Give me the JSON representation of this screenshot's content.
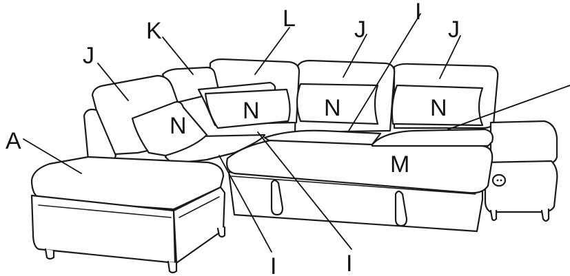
{
  "labels": {
    "A": "A",
    "J1": "J",
    "K": "K",
    "L": "L",
    "J2": "J",
    "I_top": "I",
    "J3": "J",
    "N1": "N",
    "N2": "N",
    "N3": "N",
    "N4": "N",
    "M": "M",
    "I_bottom_left": "I",
    "I_bottom_right": "I"
  }
}
